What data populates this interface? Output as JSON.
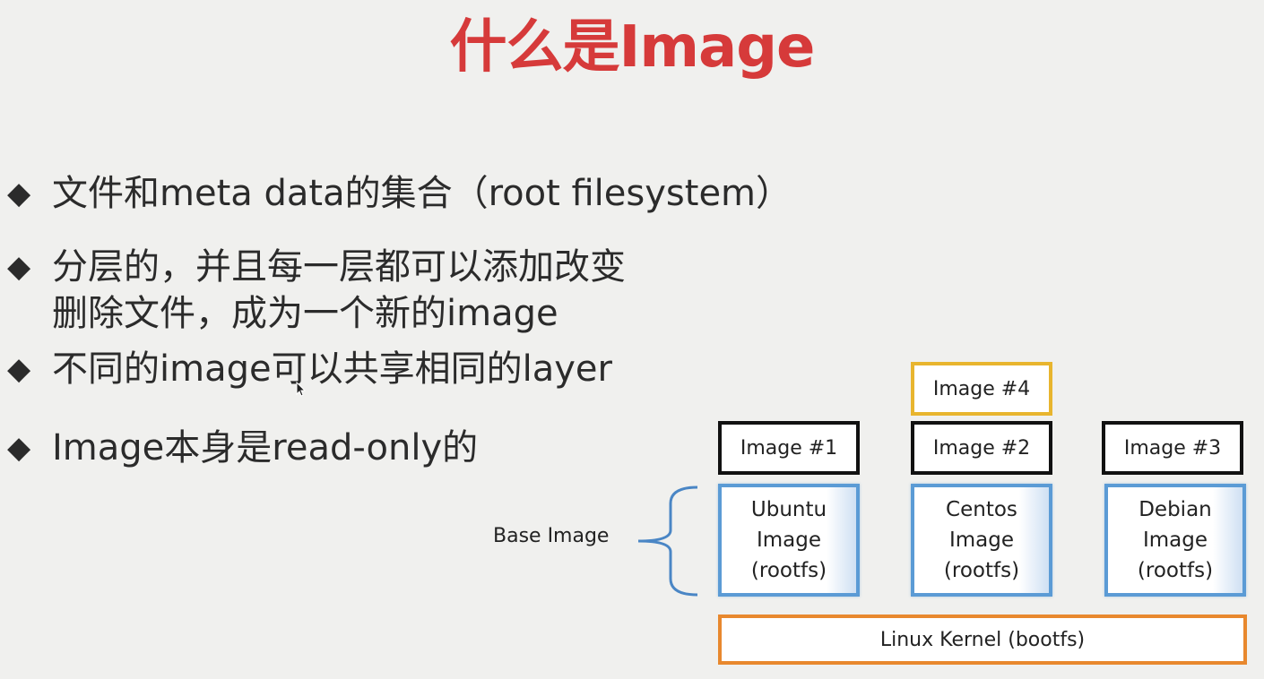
{
  "slide": {
    "title": "什么是Image",
    "bullets": [
      {
        "marker": "◆",
        "text": "文件和meta data的集合（root filesystem）"
      },
      {
        "marker": "◆",
        "line1": "分层的，并且每一层都可以添加改变",
        "line2": "删除文件，成为一个新的image"
      },
      {
        "marker": "◆",
        "text": "不同的image可以共享相同的layer"
      },
      {
        "marker": "◆",
        "text": "Image本身是read-only的"
      }
    ]
  },
  "diagram": {
    "image4": "Image #4",
    "image1": "Image #1",
    "image2": "Image #2",
    "image3": "Image #3",
    "base_label": "Base Image",
    "base_ubuntu": "Ubuntu\nImage\n(rootfs)",
    "base_centos": "Centos\nImage\n(rootfs)",
    "base_debian": "Debian\nImage\n(rootfs)",
    "kernel": "Linux Kernel (bootfs)",
    "colors": {
      "title": "#d63a3a",
      "image_border": "#111111",
      "image4_border": "#e8b52e",
      "base_border": "#5b9bd5",
      "kernel_border": "#e8882e",
      "brace": "#4a86c5"
    }
  }
}
